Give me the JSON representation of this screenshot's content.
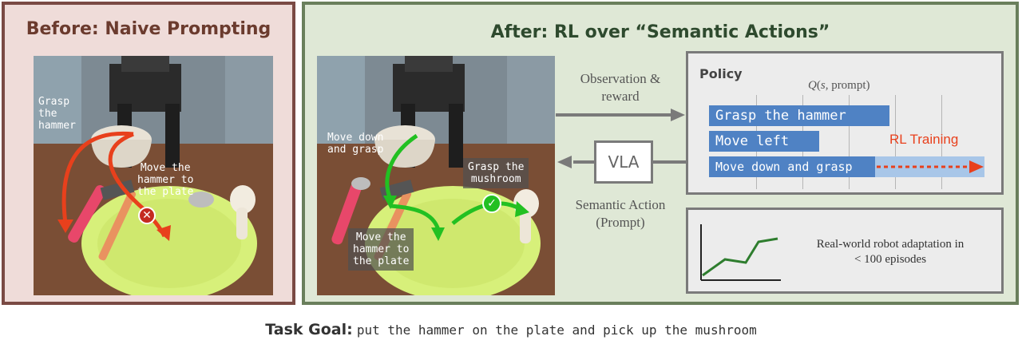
{
  "left_panel": {
    "title": "Before: Naive Prompting",
    "labels": {
      "grasp": "Grasp\nthe\nhammer",
      "move": "Move the\nhammer to\nthe plate"
    }
  },
  "right_panel": {
    "title": "After: RL over “Semantic Actions”",
    "labels": {
      "move_down": "Move down\nand grasp",
      "grasp_mushroom": "Grasp the\nmushroom",
      "move_hammer": "Move the\nhammer to\nthe plate"
    },
    "observation": "Observation &\nreward",
    "vla": "VLA",
    "semantic_action": "Semantic Action\n(Prompt)",
    "policy": {
      "title": "Policy",
      "q_label": "Q(s, prompt)",
      "bars": [
        {
          "label": "Grasp the hammer"
        },
        {
          "label": "Move left"
        },
        {
          "label": "Move down and grasp"
        }
      ],
      "rl_training": "RL Training"
    },
    "adaptation": {
      "text": "Real-world robot adaptation in\n< 100 episodes"
    }
  },
  "task_goal": {
    "label": "Task Goal:",
    "text": "put the hammer on the plate and pick up the mushroom"
  },
  "colors": {
    "left_border": "#7a4a44",
    "right_border": "#6a7f5c",
    "bar_blue": "#4f82c4",
    "rl_red": "#e8401c",
    "success_green": "#22c022",
    "fail_red": "#e8401c"
  }
}
